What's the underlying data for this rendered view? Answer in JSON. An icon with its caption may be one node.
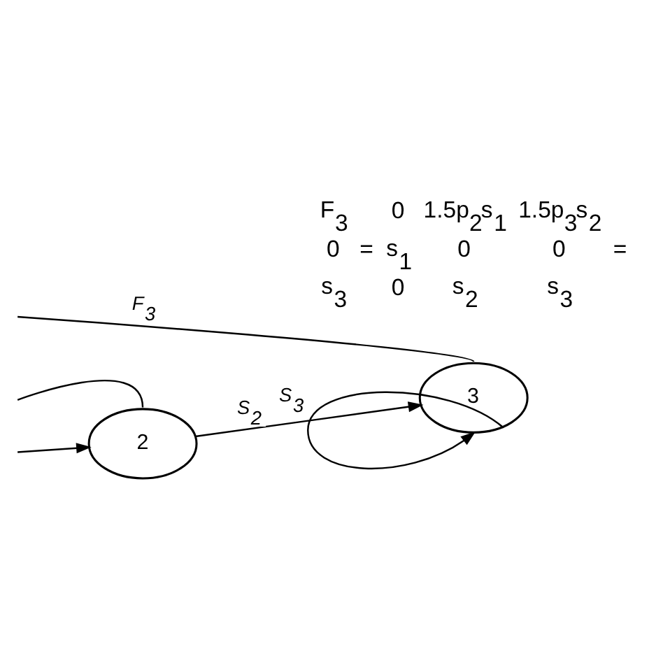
{
  "diagram": {
    "nodes": [
      {
        "text": [
          "2"
        ]
      },
      {
        "text": [
          "3"
        ]
      }
    ],
    "edges": [
      {
        "from": 1,
        "to": null,
        "arrow": "none",
        "label": "F$_{3}$"
      },
      {
        "from": 0,
        "to": null,
        "arrow": "none"
      },
      {
        "from": null,
        "to": 0,
        "arrow": "to"
      },
      {
        "from": 0,
        "to": 1,
        "arrow": "to",
        "label": "S$_{2}$"
      },
      {
        "from": 1,
        "to": 1,
        "arrow": "to",
        "label": "S$_{3}$"
      }
    ],
    "labels": [
      "F$_{3}$",
      "0",
      "s$_{3}$",
      "=",
      "0",
      "1.5p$_{2}$s$_{1}$",
      "1.5p$_{3}$s$_{2}$",
      "s$_{1}$",
      "0",
      "0",
      "0",
      "s$_{2}$",
      "s$_{3}$",
      "="
    ]
  }
}
